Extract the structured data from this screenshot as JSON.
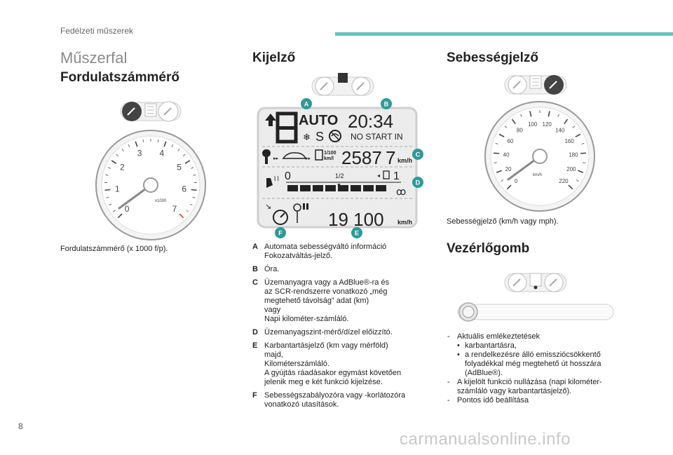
{
  "header": {
    "title": "Fedélzeti műszerek"
  },
  "page_number": "8",
  "watermark": "carmanualsonline.info",
  "section_instrument": {
    "title": "Műszerfal"
  },
  "tacho": {
    "title": "Fordulatszámmérő",
    "ticks": [
      "0",
      "1",
      "2",
      "3",
      "4",
      "5",
      "6",
      "7"
    ],
    "multiplier": "x1000",
    "caption": "Fordulatszámmérő (x 1000 f/p)."
  },
  "display": {
    "title": "Kijelző",
    "auto": "AUTO",
    "time": "20:34",
    "no_start": "NO START IN",
    "gear_s": "S",
    "range": "2587",
    "range_dec": "7",
    "range_unit_top": "1/100",
    "range_unit_bot": "km/l",
    "kmh": "km/h",
    "fuel_empty": "0",
    "fuel_half": "1/2",
    "fuel_full": "1",
    "odometer": "19 100",
    "odo_unit": "km/h",
    "markers": [
      "A",
      "B",
      "C",
      "D",
      "E",
      "F"
    ],
    "legend": [
      {
        "key": "A",
        "text": "Automata sebességváltó információ\nFokozatváltás-jelző."
      },
      {
        "key": "B",
        "text": "Óra."
      },
      {
        "key": "C",
        "text": "Üzemanyagra vagy a AdBlue®-ra és\naz SCR-rendszerre vonatkozó „még\nmegtehető távolság” adat (km)\nvagy\nNapi kilométer-számláló."
      },
      {
        "key": "D",
        "text": "Üzemanyagszint-mérő/dízel előizzító."
      },
      {
        "key": "E",
        "text": "Karbantartásjelző (km vagy mérföld)\nmajd,\nKilométerszámláló.\nA gyújtás ráadásakor egymást követően\njelenik meg e két funkció kijelzése."
      },
      {
        "key": "F",
        "text": "Sebességszabályozóra vagy -korlátozóra\nvonatkozó utasítások."
      }
    ]
  },
  "speedo": {
    "title": "Sebességjelző",
    "ticks": [
      "0",
      "20",
      "40",
      "60",
      "80",
      "100",
      "120",
      "140",
      "160",
      "180",
      "200",
      "220"
    ],
    "unit": "km/h",
    "caption": "Sebességjelző (km/h vagy mph)."
  },
  "control": {
    "title": "Vezérlőgomb",
    "bullets": [
      {
        "text": "Aktuális emlékeztetések",
        "subs": [
          "karbantartásra,",
          "a rendelkezésre álló emissziócsökkentő\nfolyadékkal még megtehető út hosszára\n(AdBlue®)."
        ]
      },
      {
        "text": "A kijelölt funkció nullázása (napi kilométer-\nszámláló vagy karbantartásjelző).",
        "subs": []
      },
      {
        "text": "Pontos idő beállítása",
        "subs": []
      }
    ]
  },
  "colors": {
    "accent": "#66c2bf",
    "marker": "#2d9a99",
    "redzone": "#e03c31"
  }
}
